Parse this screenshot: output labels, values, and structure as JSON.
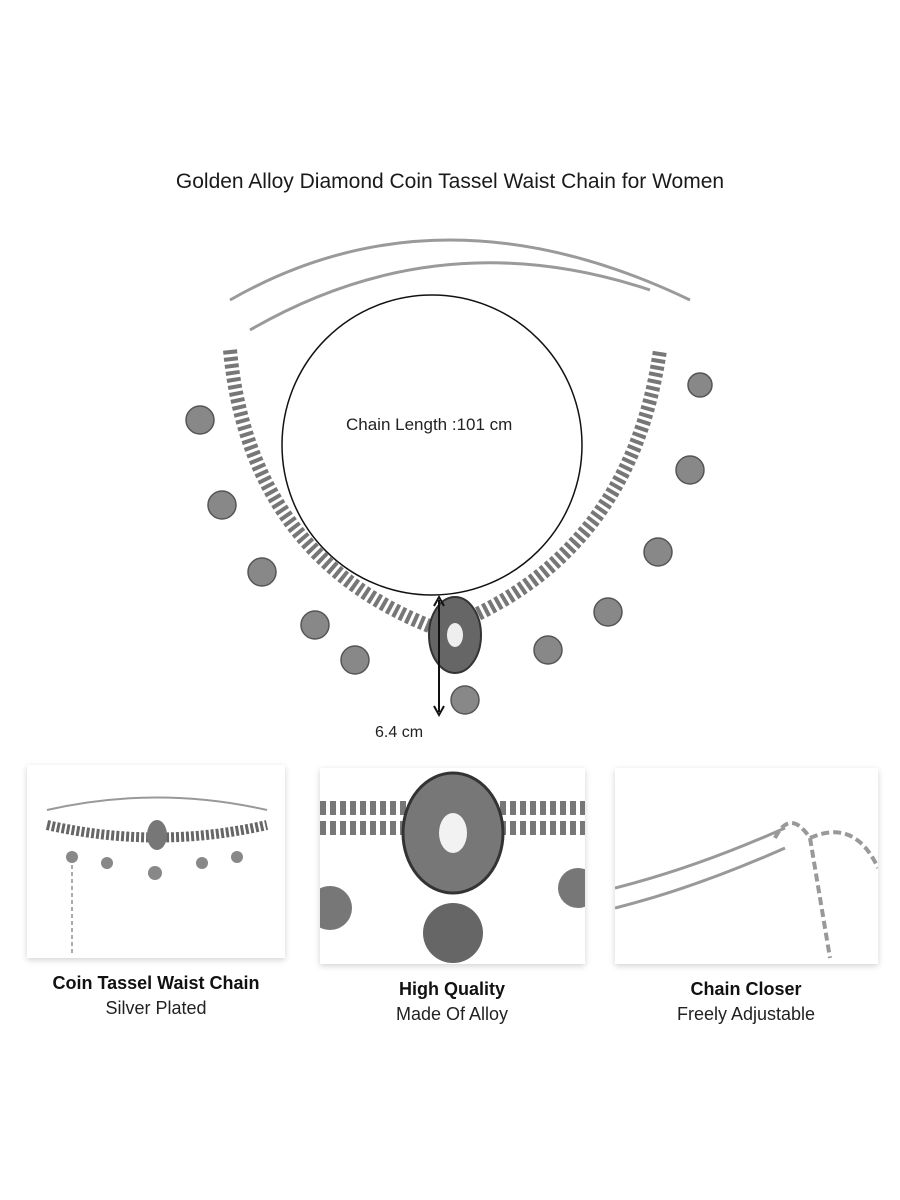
{
  "title": "Golden Alloy Diamond Coin Tassel Waist Chain for Women",
  "dimensions": {
    "chain_length": "Chain Length :101 cm",
    "pendant_height": "6.4 cm"
  },
  "features": [
    {
      "heading": "Coin Tassel Waist Chain",
      "subtext": "Silver Plated"
    },
    {
      "heading": "High Quality",
      "subtext": "Made Of Alloy"
    },
    {
      "heading": "Chain Closer",
      "subtext": "Freely Adjustable"
    }
  ]
}
